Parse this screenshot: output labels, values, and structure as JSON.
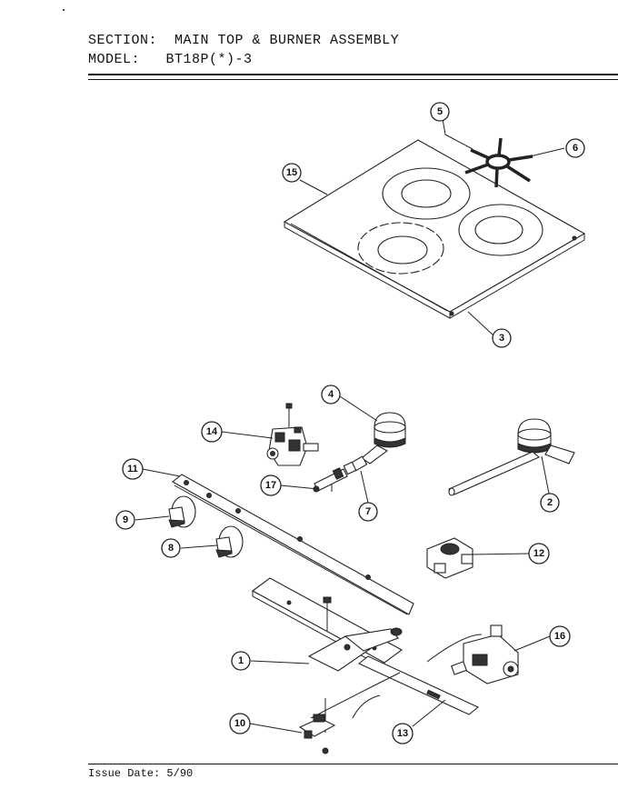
{
  "header": {
    "section_label": "SECTION:",
    "section_value": "MAIN TOP & BURNER ASSEMBLY",
    "model_label": "MODEL:",
    "model_value": "BT18P(*)-3"
  },
  "footer": {
    "issue_date": "Issue Date: 5/90"
  },
  "callouts": {
    "c1": "1",
    "c2": "2",
    "c3": "3",
    "c4": "4",
    "c5": "5",
    "c6": "6",
    "c7": "7",
    "c8": "8",
    "c9": "9",
    "c10": "10",
    "c11": "11",
    "c12": "12",
    "c13": "13",
    "c14": "14",
    "c15": "15",
    "c16": "16",
    "c17": "17"
  }
}
